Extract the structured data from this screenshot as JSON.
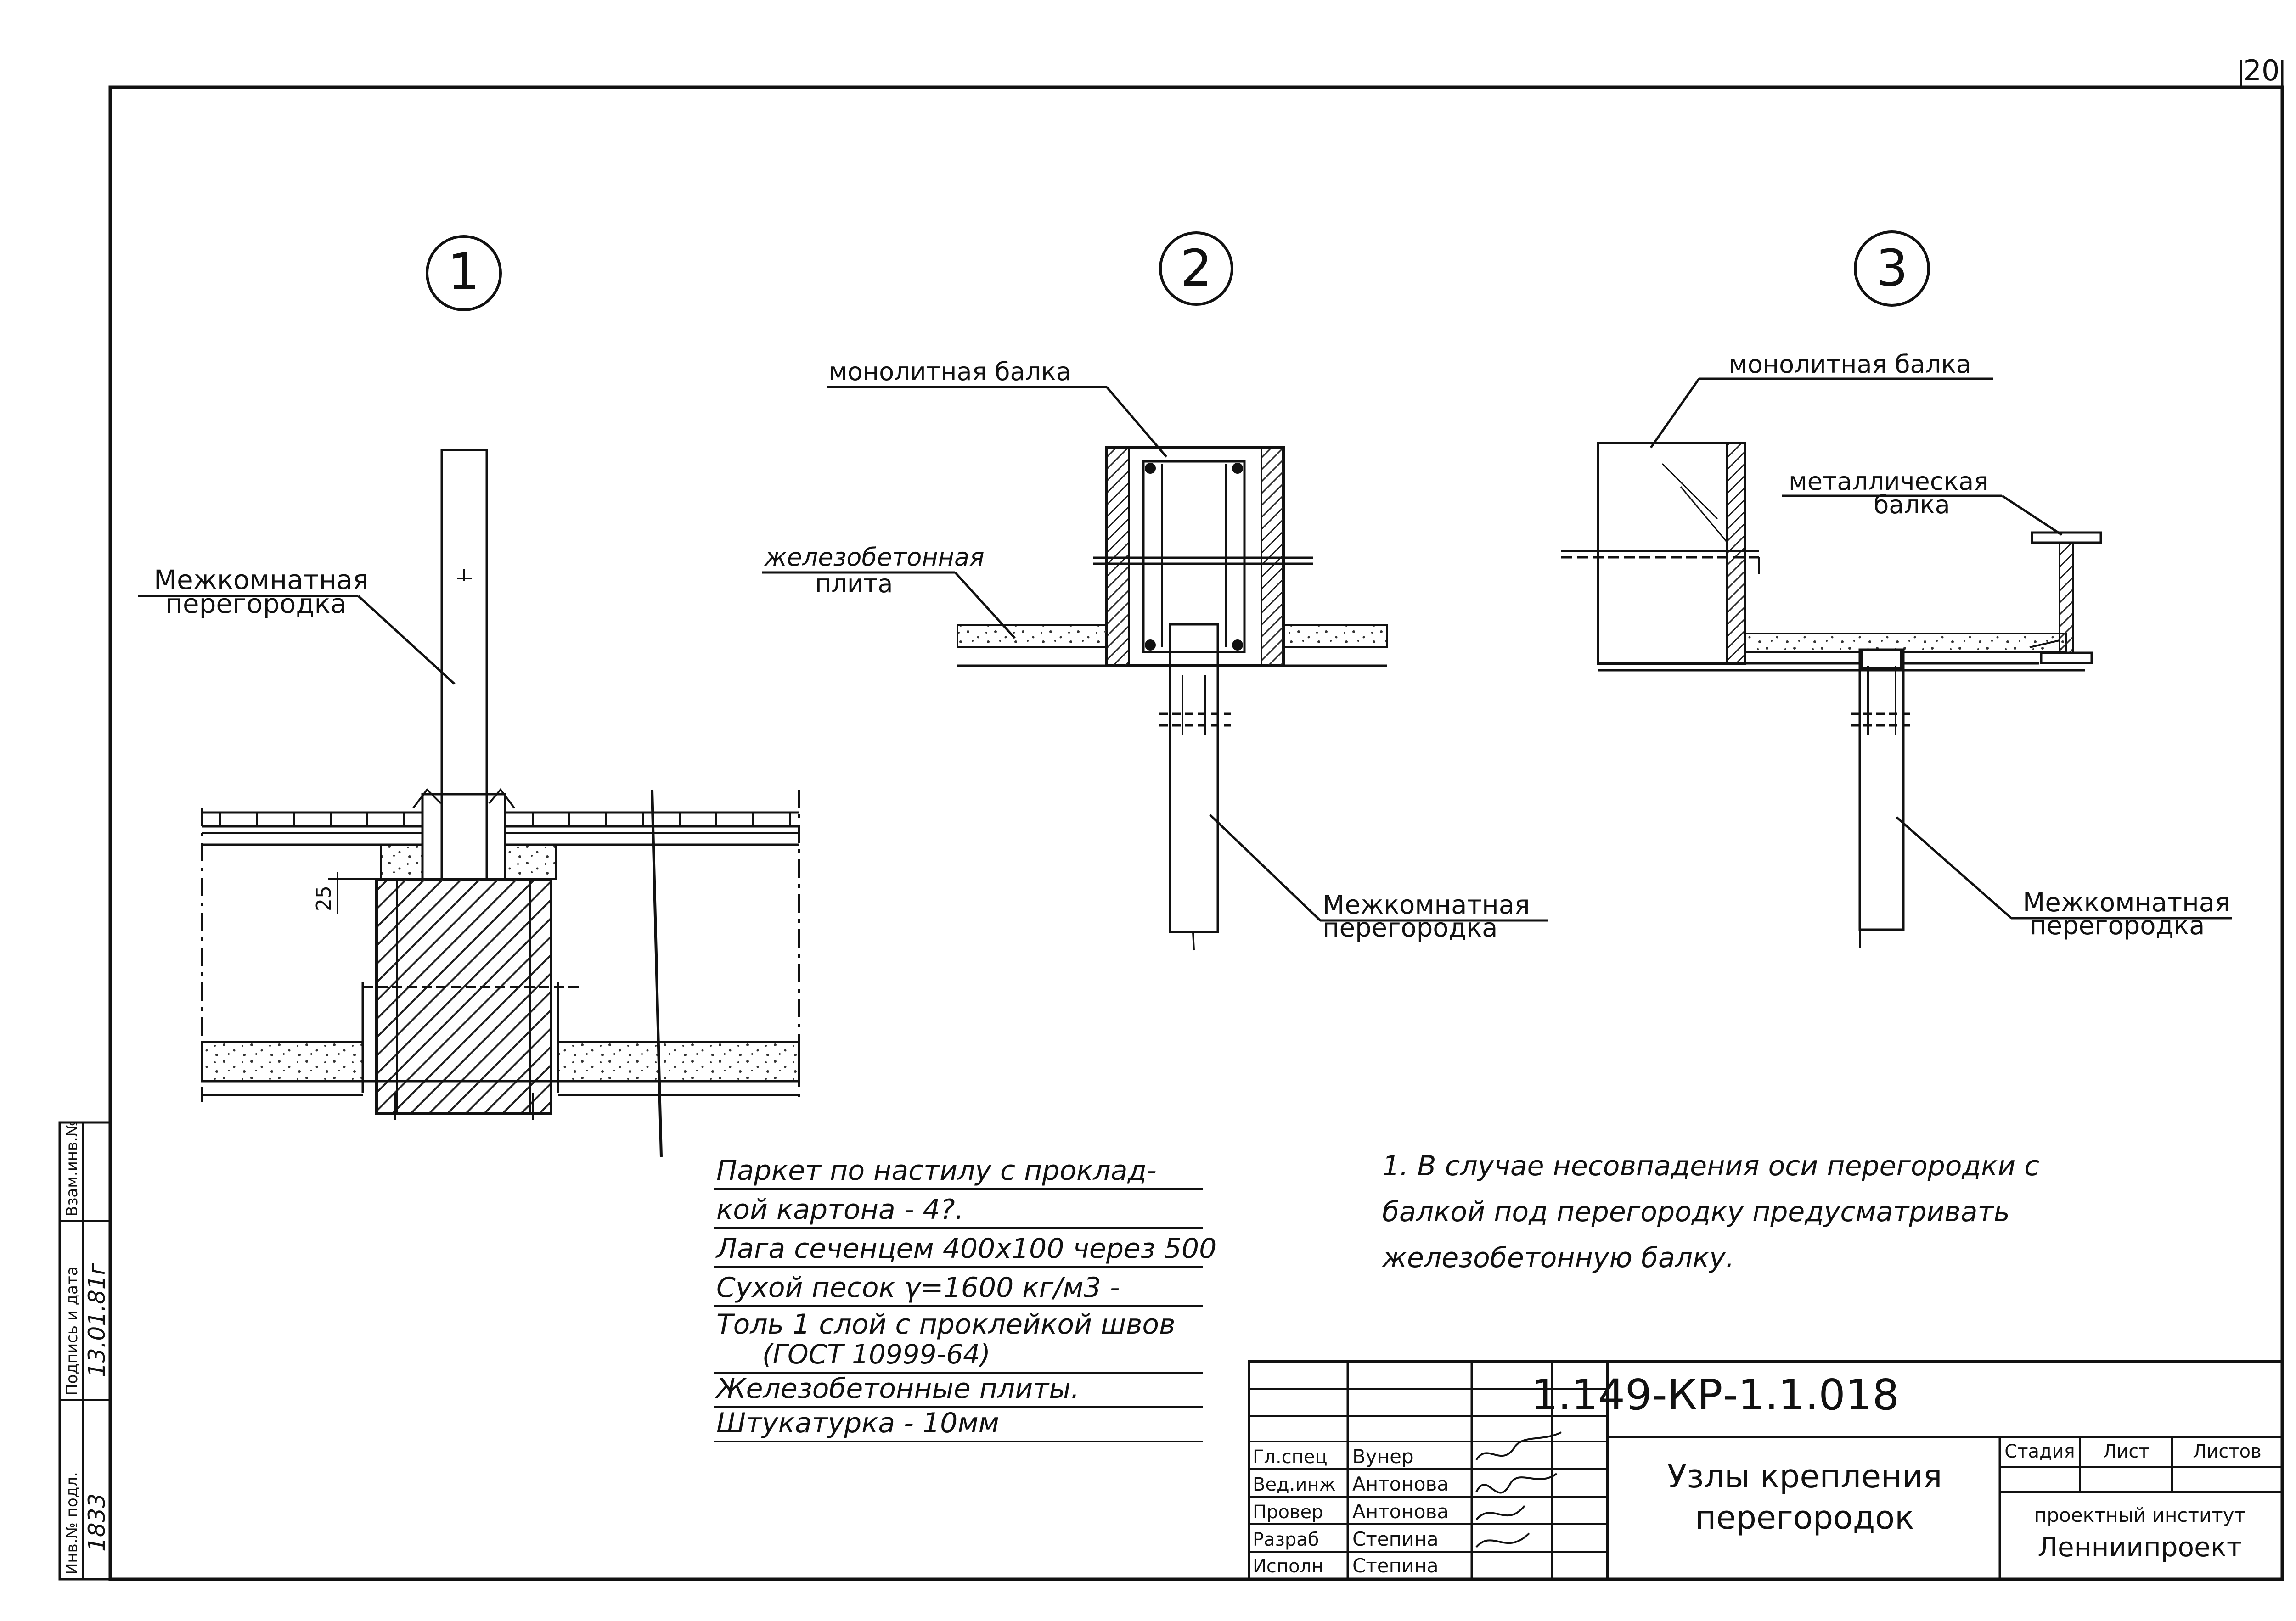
{
  "sheet_number": "20",
  "details": [
    {
      "number": "1",
      "labels": {
        "partition": "Межкомнатная перегородка",
        "dimension": "25"
      },
      "layers": [
        "Паркет по настилу с проклад-",
        "кой картона - 4?.",
        "Лага сеченцем 400x100 через 500",
        "Сухой песок γ=1600 кг/м3 -",
        "Толь 1 слой с проклейкой швов",
        "(ГОСТ 10999-64)",
        "Железобетонные плиты.",
        "Штукатурка - 10мм"
      ]
    },
    {
      "number": "2",
      "labels": {
        "beam": "монолитная балка",
        "slab": "железобетонная плита",
        "partition": "Межкомнатная перегородка"
      }
    },
    {
      "number": "3",
      "labels": {
        "beam": "монолитная балка",
        "metal_beam": "металлическая балка",
        "partition": "Межкомнатная перегородка"
      }
    }
  ],
  "note": [
    "1. В случае несовпадения оси перегородки с",
    "балкой под перегородку предусматривать",
    "железобетонную балку."
  ],
  "stamp": {
    "code": "1.149-КР-1.1.018",
    "title": [
      "Узлы крепления",
      "перегородок"
    ],
    "headers": [
      "Стадия",
      "Лист",
      "Листов"
    ],
    "organization": [
      "проектный институт",
      "Ленниипроект"
    ],
    "rows": [
      {
        "role": "Гл.спец",
        "name": "Вунер"
      },
      {
        "role": "Вед.инж",
        "name": "Антонова"
      },
      {
        "role": "Провер",
        "name": "Антонова"
      },
      {
        "role": "Разраб",
        "name": "Степина"
      },
      {
        "role": "Исполн",
        "name": "Степина"
      }
    ]
  },
  "side_stamp": {
    "labels": [
      "Инв.№ подл.",
      "Подпись и дата",
      "Взам.инв.№"
    ],
    "values": [
      "1833",
      "13.01.81г"
    ]
  }
}
